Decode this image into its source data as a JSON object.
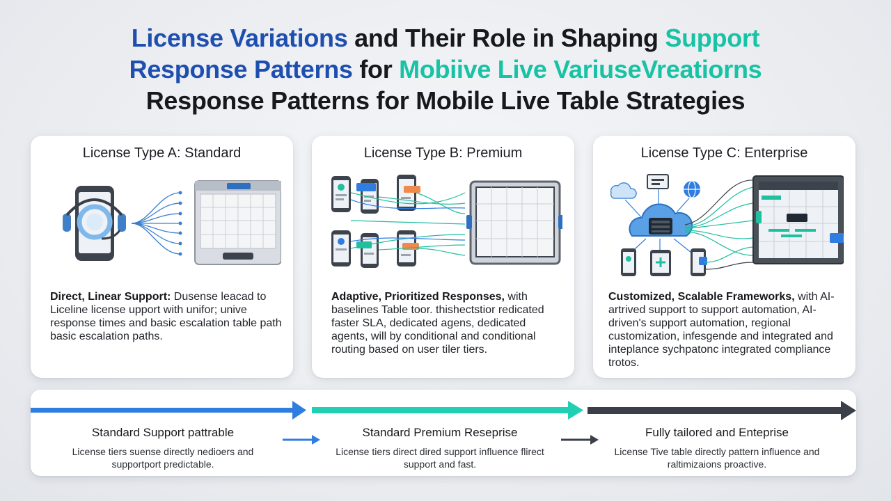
{
  "title": {
    "line1_blue": "License Variations",
    "line1_dark": " and Their Role in Shaping ",
    "line1_teal": "Support",
    "line2_blue": "Response Patterns",
    "line2_dark": " for ",
    "line2_teal": "Mobiive Live VariuseVreatiorns",
    "line3": "Response Patterns for Mobile Live Table Strategies"
  },
  "cards": [
    {
      "title": "License Type A: Standard",
      "lead": "Direct, Linear Support:",
      "body": " Dusense leacad to Liceline license upport with unifor; unive response times and basic escalation table path basic escalation paths."
    },
    {
      "title": "License Type B: Premium",
      "lead": "Adaptive, Prioritized Responses,",
      "body": " with baselines Table toor. thishectstior redicated faster SLA, dedicated agens, dedicated agents, will by conditional and conditional routing based on user tiler tiers."
    },
    {
      "title": "License Type C: Enterprise",
      "lead": "Customized, Scalable Frameworks,",
      "body": " with AI-artrived support to support automation, AI-driven's support automation, regional customization, infesgende and integrated and inteplance sychpatonc integrated compliance trotos."
    }
  ],
  "stages": [
    {
      "title": "Standard Support pattrable",
      "text": "License tiers suense directly nedioers and supportport predictable."
    },
    {
      "title": "Standard Premium Reseprise",
      "text": "License tiers direct dired support influence flirect support and fast."
    },
    {
      "title": "Fully tailored and Enteprise",
      "text": "License Tive table directly pattern influence and raltimizaions proactive."
    }
  ],
  "colors": {
    "blue": "#1e4fb0",
    "teal": "#18c2a4",
    "arrow_blue": "#2f7de0",
    "arrow_teal": "#1fd0b2",
    "arrow_dark": "#3b4048"
  },
  "icons": [
    "headset-phone-icon",
    "live-table-icon",
    "phone-icon",
    "cloud-server-icon",
    "globe-icon",
    "arrow-right-icon"
  ]
}
